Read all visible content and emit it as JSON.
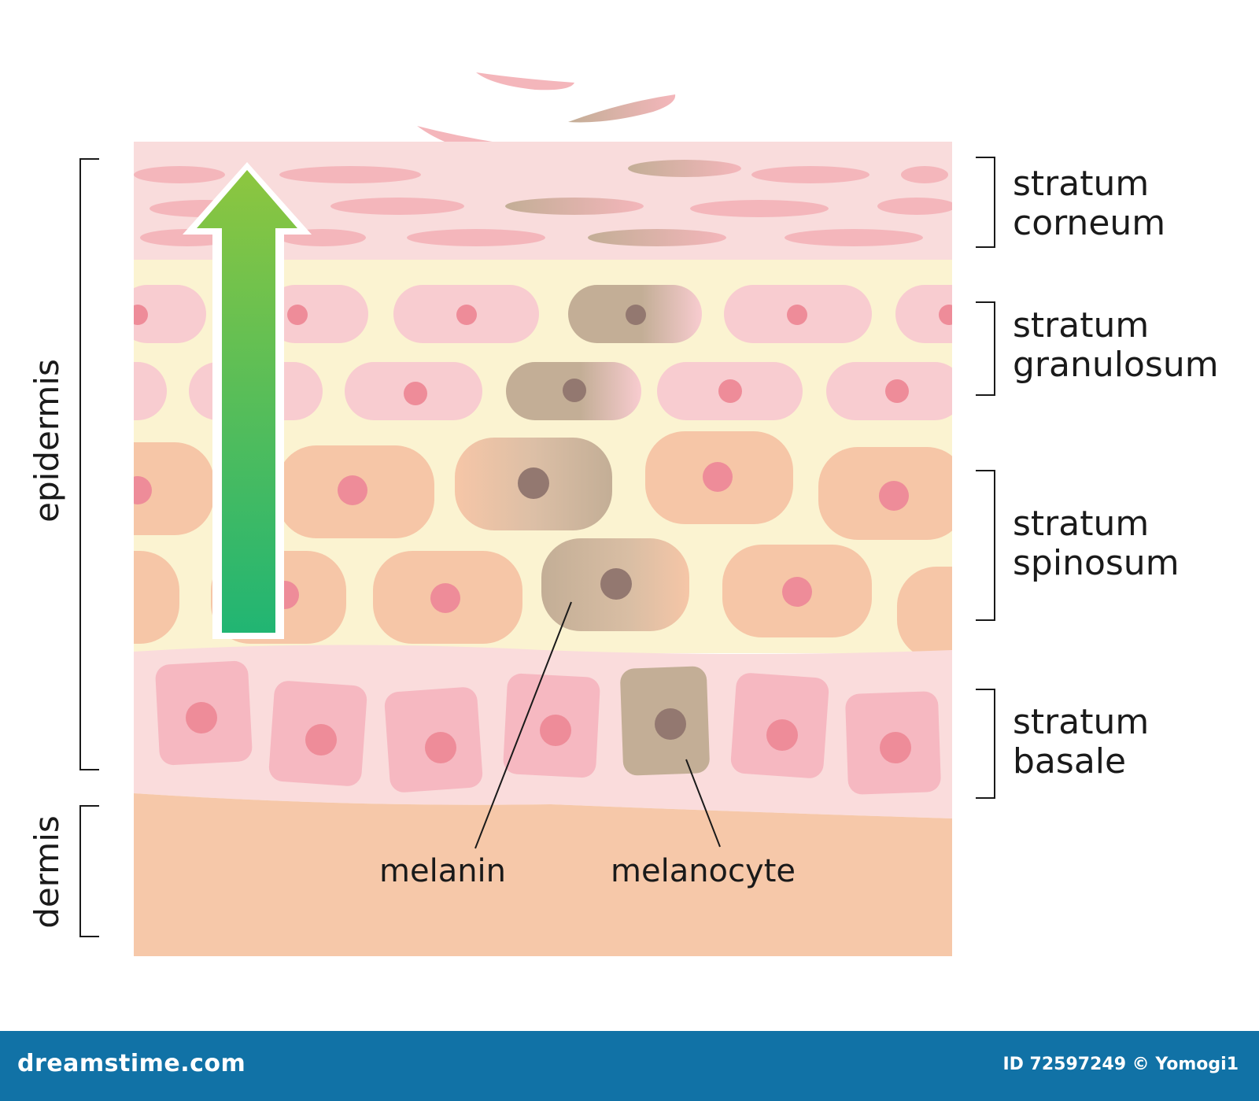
{
  "colors": {
    "corneum_bg": "#f9dcdc",
    "corneum_cell": "#f4b6bb",
    "upper_bg": "#fbf3d1",
    "granulosum_cell": "#f8ccd0",
    "spinosum_cell": "#f6c6a7",
    "basale_bg": "#fadcdc",
    "basale_cell": "#f6b8c1",
    "nucleus": "#ee8c99",
    "dermis": "#f6c8a9",
    "melanin": "#c3ae96",
    "melanin_nucleus": "#937870",
    "arrow_top": "#8dc63f",
    "arrow_bottom": "#21b573",
    "footer": "#1172a6"
  },
  "labels": {
    "epidermis": "epidermis",
    "dermis": "dermis",
    "corneum": [
      "stratum",
      "corneum"
    ],
    "granulosum": [
      "stratum",
      "granulosum"
    ],
    "spinosum": [
      "stratum",
      "spinosum"
    ],
    "basale": [
      "stratum",
      "basale"
    ],
    "melanin": "melanin",
    "melanocyte": "melanocyte"
  },
  "footer": {
    "brand": "dreamstime.com",
    "image_id": "ID 72597249 © Yomogi1"
  }
}
